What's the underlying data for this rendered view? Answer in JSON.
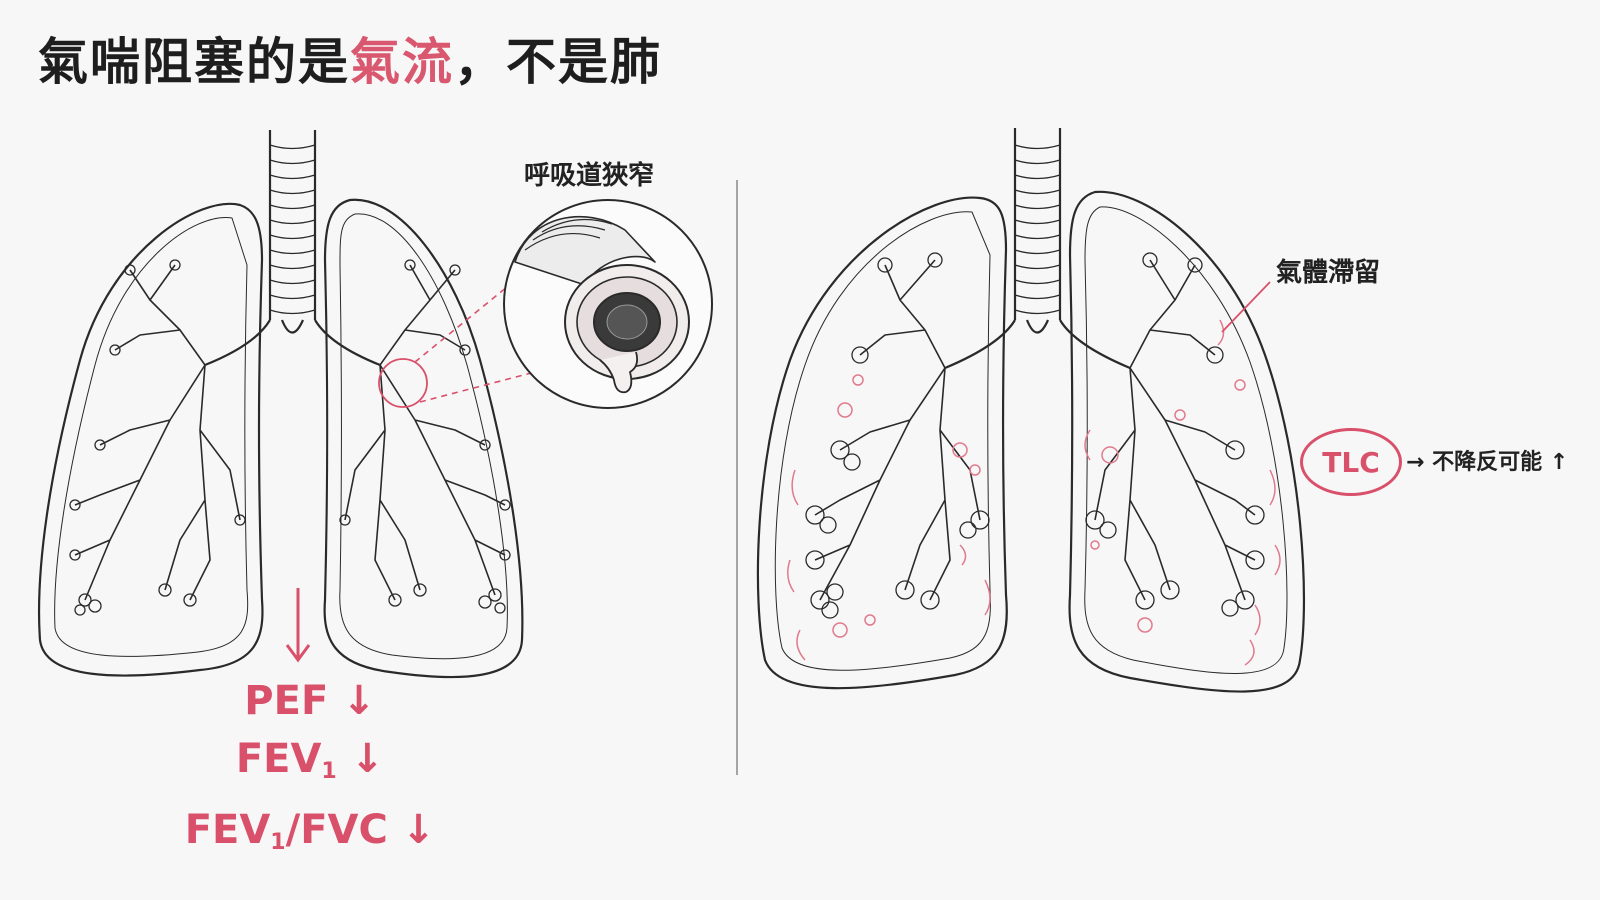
{
  "title": {
    "part1": "氣喘阻塞的是",
    "highlight": "氣流",
    "part2": "，不是肺"
  },
  "labels": {
    "airway_narrowing": "呼吸道狹窄",
    "air_trapping": "氣體滯留",
    "tlc": "TLC",
    "tlc_note": "→ 不降反可能 ↑"
  },
  "metrics": {
    "arrow": "↓",
    "pef": "PEF ↓",
    "fev1_prefix": "FEV",
    "fev1_sub": "1",
    "fev1_suffix": " ↓",
    "ratio_prefix": "FEV",
    "ratio_sub": "1",
    "ratio_suffix": "/FVC ↓"
  },
  "colors": {
    "accent": "#d9506a",
    "line": "#2a2a2a",
    "bg": "#f8f7f8"
  }
}
